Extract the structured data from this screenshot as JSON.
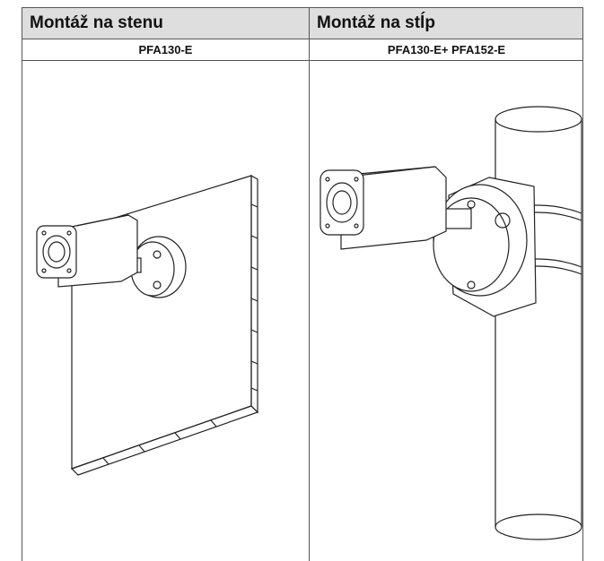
{
  "table": {
    "headers": [
      "Montáž na stenu",
      "Montáž na stĺp"
    ],
    "models": [
      "PFA130-E",
      "PFA130-E+ PFA152-E"
    ]
  }
}
